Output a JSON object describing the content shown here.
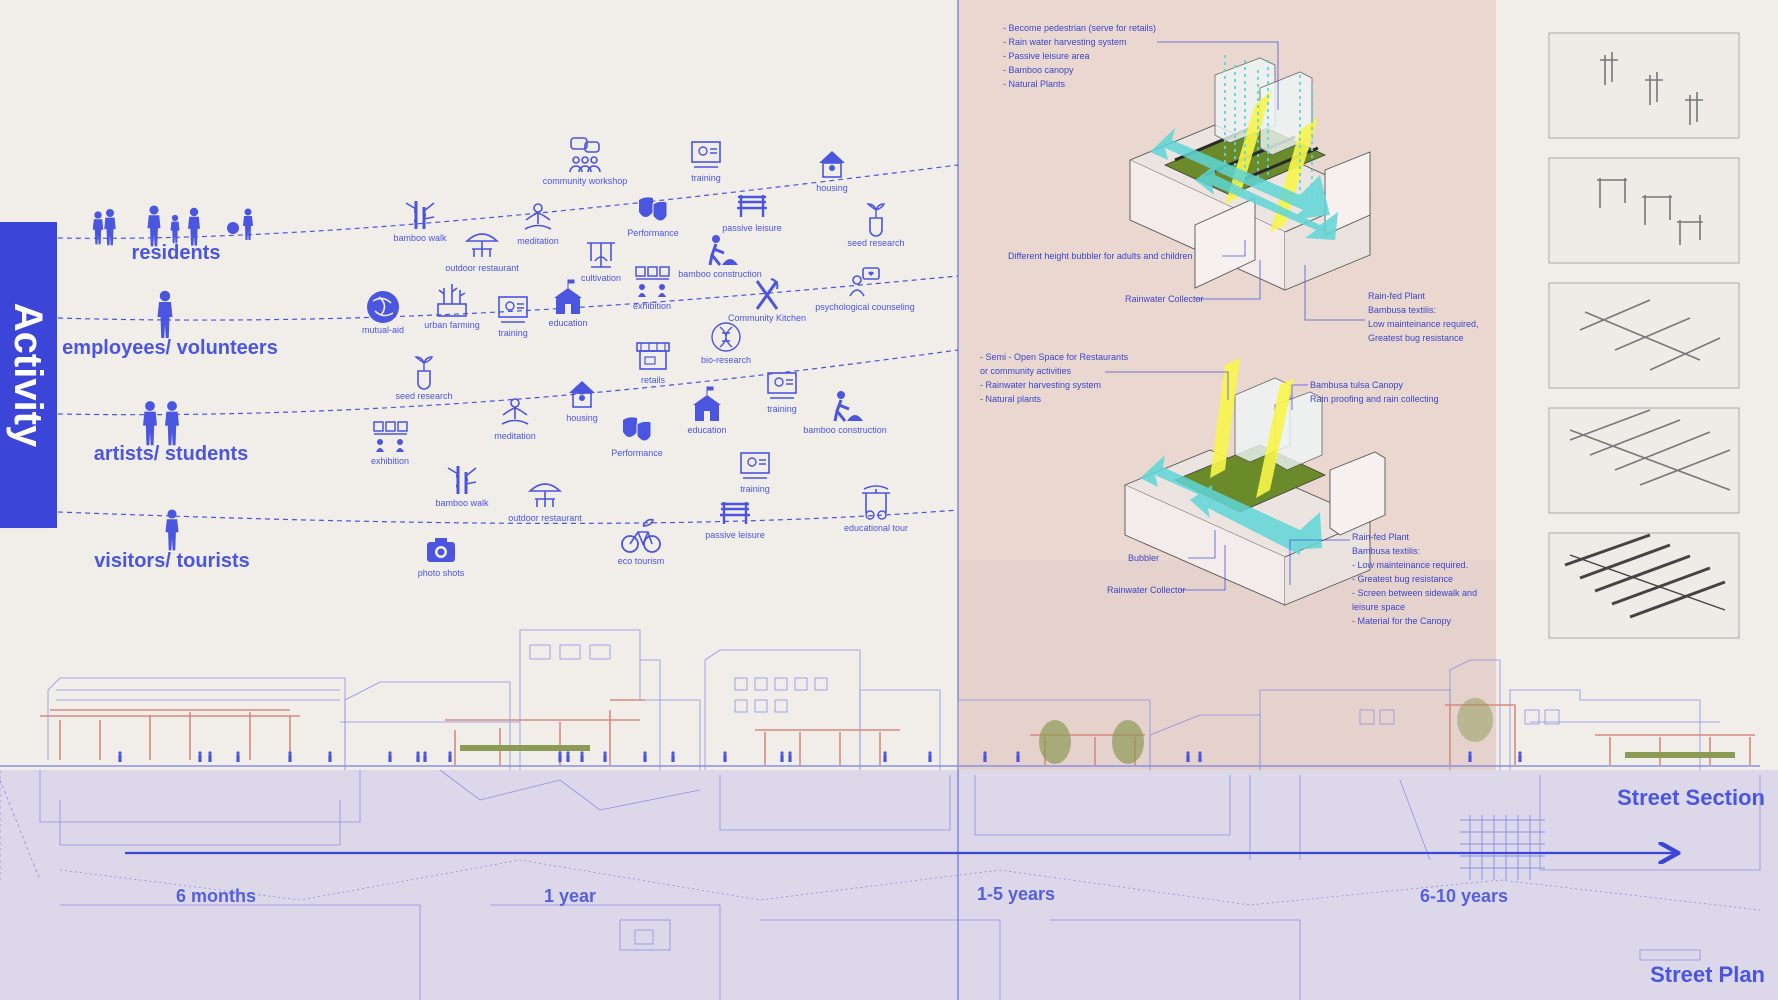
{
  "sidebar": {
    "title": "Activity"
  },
  "colors": {
    "accent": "#4a55e0",
    "band": "#3b46d8",
    "zone": "#ead8d0",
    "plan": "#dcd8ea",
    "sun": "#f7f54a",
    "water": "#5fd6d6"
  },
  "groups": [
    {
      "label": "residents",
      "icon": "family-silhouette-icon"
    },
    {
      "label": "employees/ volunteers",
      "icon": "person-silhouette-icon"
    },
    {
      "label": "artists/ students",
      "icon": "couple-silhouette-icon"
    },
    {
      "label": "visitors/ tourists",
      "icon": "walker-silhouette-icon"
    }
  ],
  "activities": [
    {
      "label": "community workshop",
      "icon": "workshop-icon"
    },
    {
      "label": "training",
      "icon": "training-icon"
    },
    {
      "label": "housing",
      "icon": "housing-icon"
    },
    {
      "label": "bamboo walk",
      "icon": "bamboo-icon"
    },
    {
      "label": "outdoor restaurant",
      "icon": "umbrella-table-icon"
    },
    {
      "label": "meditation",
      "icon": "meditation-icon"
    },
    {
      "label": "Performance",
      "icon": "masks-icon"
    },
    {
      "label": "passive leisure",
      "icon": "bench-icon"
    },
    {
      "label": "seed research",
      "icon": "seedling-icon"
    },
    {
      "label": "cultivation",
      "icon": "cultivation-icon"
    },
    {
      "label": "bamboo construction",
      "icon": "construction-icon"
    },
    {
      "label": "mutual-aid",
      "icon": "hands-icon"
    },
    {
      "label": "urban farming",
      "icon": "planter-icon"
    },
    {
      "label": "training",
      "icon": "training-icon"
    },
    {
      "label": "education",
      "icon": "school-icon"
    },
    {
      "label": "exhibition",
      "icon": "exhibition-icon"
    },
    {
      "label": "Community Kitchen",
      "icon": "utensils-icon"
    },
    {
      "label": "psychological counseling",
      "icon": "counseling-icon"
    },
    {
      "label": "bio-research",
      "icon": "dna-icon"
    },
    {
      "label": "seed research",
      "icon": "seedling-icon"
    },
    {
      "label": "retails",
      "icon": "shop-icon"
    },
    {
      "label": "training",
      "icon": "training-icon"
    },
    {
      "label": "meditation",
      "icon": "meditation-icon"
    },
    {
      "label": "housing",
      "icon": "housing-icon"
    },
    {
      "label": "education",
      "icon": "school-icon"
    },
    {
      "label": "bamboo construction",
      "icon": "construction-icon"
    },
    {
      "label": "Performance",
      "icon": "masks-icon"
    },
    {
      "label": "exhibition",
      "icon": "exhibition-icon"
    },
    {
      "label": "bamboo walk",
      "icon": "bamboo-icon"
    },
    {
      "label": "outdoor restaurant",
      "icon": "umbrella-table-icon"
    },
    {
      "label": "training",
      "icon": "training-icon"
    },
    {
      "label": "passive leisure",
      "icon": "bench-icon"
    },
    {
      "label": "educational tour",
      "icon": "tour-icon"
    },
    {
      "label": "eco tourism",
      "icon": "bicycle-icon"
    },
    {
      "label": "photo shots",
      "icon": "camera-icon"
    }
  ],
  "notes": {
    "diagram1_list": [
      "- Become pedestrian (serve for retails)",
      "- Rain water harvesting system",
      "- Passive leisure area",
      "- Bamboo canopy",
      "- Natural Plants"
    ],
    "diagram1_bubbler": "Different height bubbler for adults and children",
    "diagram1_collector": "Rainwater Collector",
    "diagram1_plant": [
      "Rain-fed Plant",
      "Bambusa textilis:",
      "Low mainteinance required,",
      "Greatest bug resistance"
    ],
    "diagram2_list": [
      "- Semi - Open Space for Restaurants",
      "  or community activities",
      "- Rainwater harvesting system",
      "- Natural plants"
    ],
    "diagram2_canopy": [
      "Bambusa tulsa Canopy",
      "Rain proofing and rain collecting"
    ],
    "diagram2_bubbler": "Bubbler",
    "diagram2_collector": "Rainwater Collector",
    "diagram2_plant": [
      "Rain-fed Plant",
      "Bambusa textilis:",
      "- Low mainteinance required.",
      "- Greatest bug resistance",
      "- Screen between sidewalk and",
      "  leisure space",
      "- Material for the Canopy"
    ]
  },
  "section": {
    "street_section": "Street Section",
    "street_plan": "Street Plan"
  },
  "timeline": [
    "6 months",
    "1 year",
    "1-5 years",
    "6-10 years"
  ]
}
